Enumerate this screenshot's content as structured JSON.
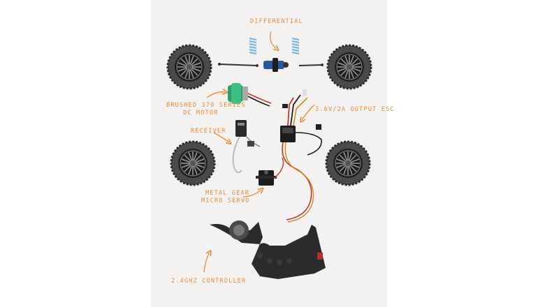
{
  "labels": {
    "differential": "DIFFERENTIAL",
    "motor_line1": "BRUSHED 370 SERIES",
    "motor_line2": "DC MOTOR",
    "esc": "3.6V/2A OUTPUT ESC",
    "receiver": "RECEIVER",
    "servo_line1": "METAL GEAR",
    "servo_line2": "MICRO SERVO",
    "controller": "2.4GHz CONTROLLER"
  },
  "colors": {
    "accent": "#e88a38",
    "background": "#f3f2f0",
    "tire": "#3a3a3a",
    "spring": "#7fb6e0",
    "motor": "#2e9e6b"
  }
}
